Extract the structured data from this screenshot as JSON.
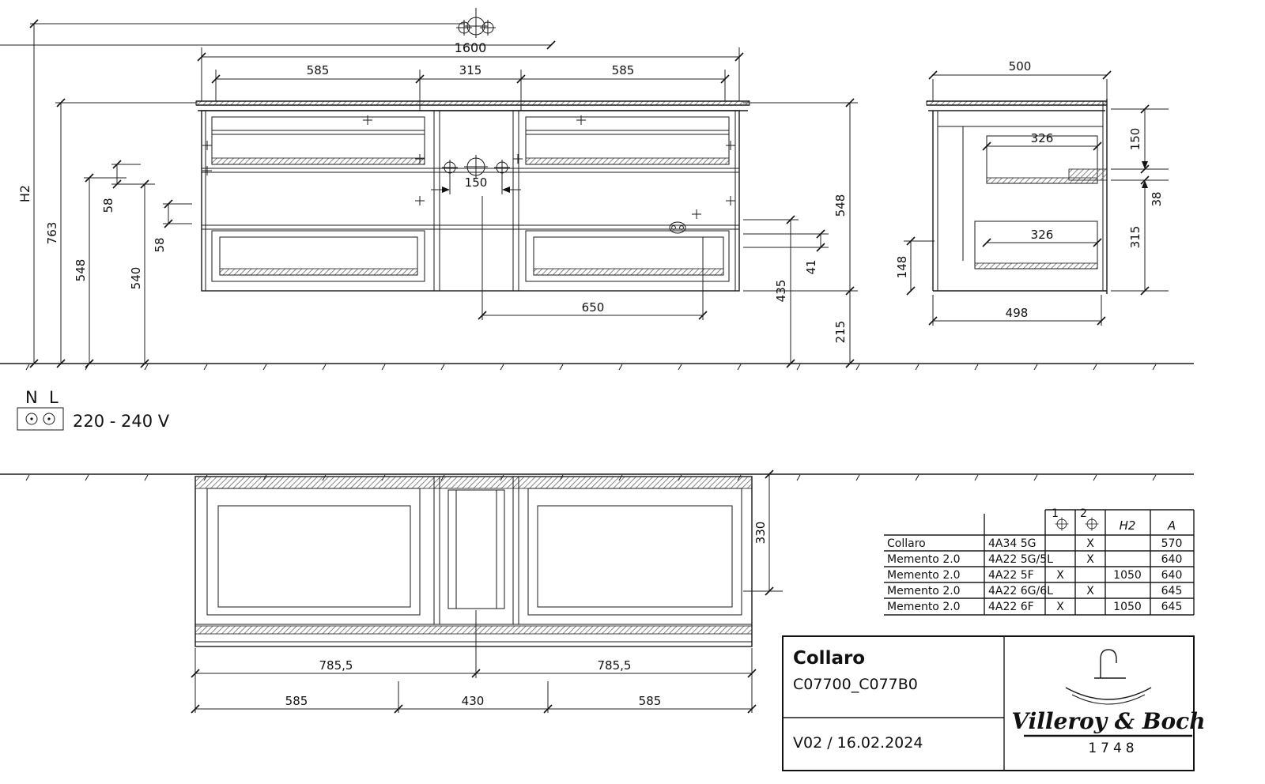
{
  "front": {
    "dim_total": "1600",
    "dim_seg_left": "585",
    "dim_seg_center": "315",
    "dim_seg_right": "585",
    "dim_faucet_spacing": "150",
    "dim_socket_span": "650",
    "dim_h2": "H2",
    "dim_763": "763",
    "dim_548_left": "548",
    "dim_58_upper": "58",
    "dim_58_lower": "58",
    "dim_540": "540",
    "dim_435": "435",
    "dim_41": "41",
    "dim_548_right": "548",
    "dim_215": "215"
  },
  "side": {
    "dim_depth": "500",
    "dim_150": "150",
    "dim_drawer_upper": "326",
    "dim_38": "38",
    "dim_315": "315",
    "dim_drawer_lower": "326",
    "dim_148": "148",
    "dim_bottom_depth": "498"
  },
  "plan": {
    "dim_left_half": "785,5",
    "dim_right_half": "785,5",
    "dim_585_left": "585",
    "dim_430": "430",
    "dim_585_right": "585",
    "dim_330": "330"
  },
  "electric": {
    "label_n": "N",
    "label_l": "L",
    "voltage": "220 - 240 V"
  },
  "table": {
    "icon1_sup": "1",
    "icon2_sup": "2",
    "header_h2": "H2",
    "header_a": "A",
    "rows": [
      {
        "name": "Collaro",
        "code": "4A34 5G",
        "tap1": "",
        "tap2": "X",
        "h2": "",
        "a": "570"
      },
      {
        "name": "Memento 2.0",
        "code": "4A22 5G/5L",
        "tap1": "",
        "tap2": "X",
        "h2": "",
        "a": "640"
      },
      {
        "name": "Memento 2.0",
        "code": "4A22 5F",
        "tap1": "X",
        "tap2": "",
        "h2": "1050",
        "a": "640"
      },
      {
        "name": "Memento 2.0",
        "code": "4A22 6G/6L",
        "tap1": "",
        "tap2": "X",
        "h2": "",
        "a": "645"
      },
      {
        "name": "Memento 2.0",
        "code": "4A22 6F",
        "tap1": "X",
        "tap2": "",
        "h2": "1050",
        "a": "645"
      }
    ]
  },
  "titleblock": {
    "product": "Collaro",
    "article": "C07700_C077B0",
    "version": "V02 / 16.02.2024",
    "brand": "Villeroy & Boch",
    "year": "1748"
  }
}
